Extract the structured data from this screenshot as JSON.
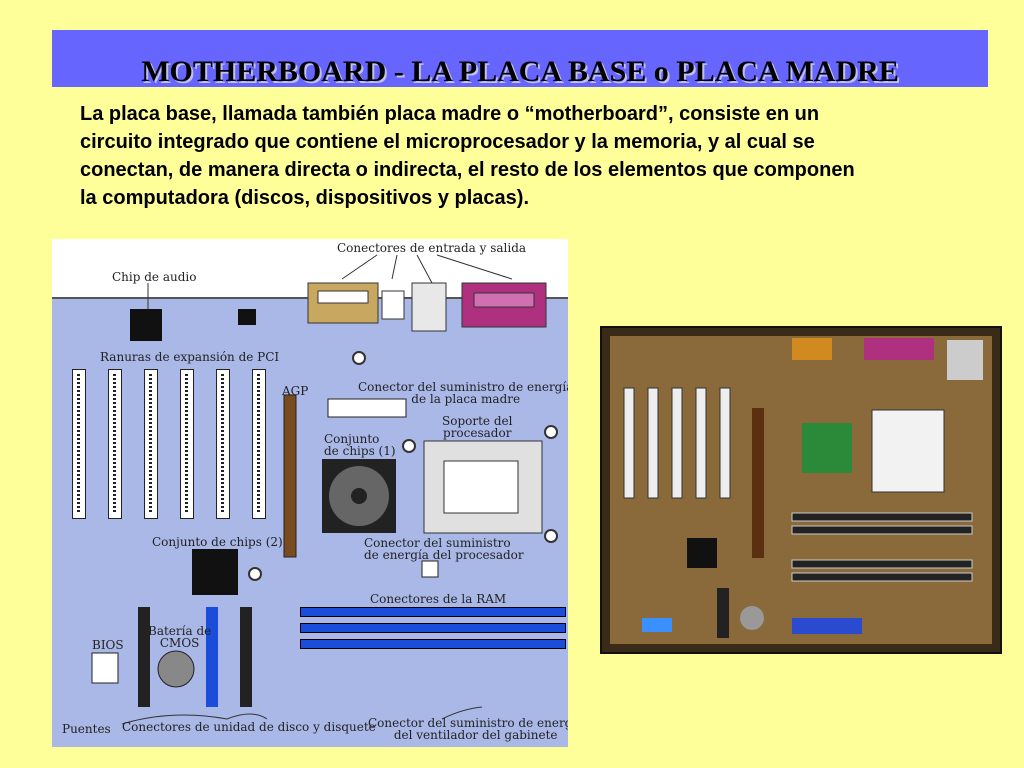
{
  "slide": {
    "title": "MOTHERBOARD - LA PLACA BASE o PLACA MADRE",
    "paragraph_lines": [
      "La placa base, llamada también placa madre o “motherboard”, consiste en un",
      "circuito integrado que contiene el microprocesador y la memoria, y al cual se",
      "conectan, de manera directa o indirecta, el resto de los elementos que componen",
      "la computadora (discos, dispositivos y placas)."
    ]
  },
  "diagram": {
    "labels": {
      "io": "Conectores de entrada y salida",
      "audio": "Chip de audio",
      "pci": "Ranuras de expansión de PCI",
      "agp": "AGP",
      "power_board_1": "Conector del suministro de energía",
      "power_board_2": "de la placa madre",
      "socket_1": "Soporte del",
      "socket_2": "procesador",
      "chipset1_1": "Conjunto",
      "chipset1_2": "de chips (1)",
      "chipset2": "Conjunto de chips (2)",
      "power_cpu_1": "Conector del suministro",
      "power_cpu_2": "de energía del procesador",
      "ram": "Conectores de la RAM",
      "battery_1": "Batería de",
      "battery_2": "CMOS",
      "bios": "BIOS",
      "bridges": "Puentes",
      "drives": "Conectores de unidad de disco y disquete",
      "power_fan_1": "Conector del suministro de energía",
      "power_fan_2": "del ventilador del gabinete"
    }
  },
  "colors": {
    "background": "#ffff99",
    "title_bar": "#6666ff",
    "board": "#aab8e8",
    "ram_slot": "#1a4dd9"
  }
}
